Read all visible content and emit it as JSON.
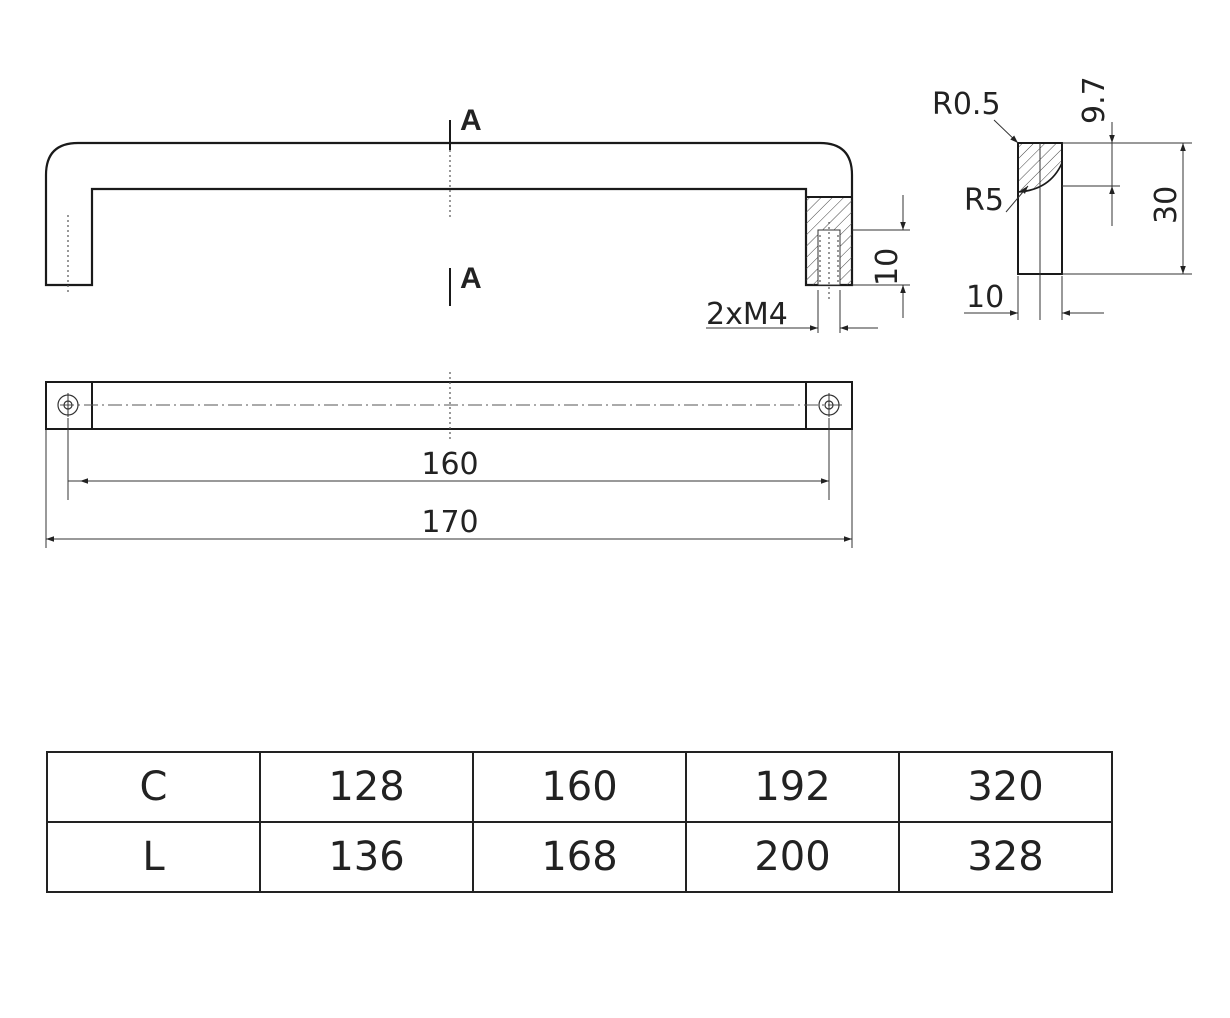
{
  "section": {
    "top": "A",
    "bottom": "A"
  },
  "dims": {
    "hole_spacing": "160",
    "overall_length": "170",
    "thread": "2xM4",
    "leg_height": "10",
    "edge_radius": "R0.5",
    "inner_radius": "R5",
    "depth_offset": "9.7",
    "height": "30",
    "width": "10"
  },
  "table": {
    "rows": [
      {
        "label": "C",
        "values": [
          "128",
          "160",
          "192",
          "320"
        ]
      },
      {
        "label": "L",
        "values": [
          "136",
          "168",
          "200",
          "328"
        ]
      }
    ]
  }
}
